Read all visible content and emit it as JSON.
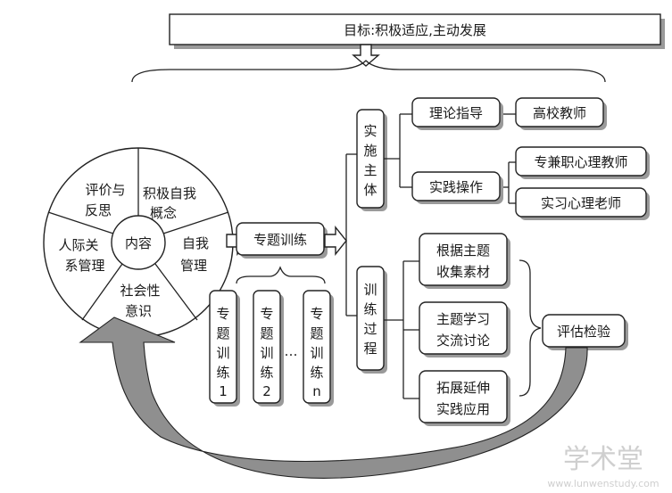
{
  "goal": "目标:积极适应,主动发展",
  "wheel": {
    "center": "内容",
    "segments": [
      [
        "积极自我",
        "概念"
      ],
      [
        "自我",
        "管理"
      ],
      [
        "社会性",
        "意识"
      ],
      [
        "人际关",
        "系管理"
      ],
      [
        "评价与",
        "反思"
      ]
    ]
  },
  "topic_training": "专题训练",
  "sub_trainings": [
    [
      "专",
      "题",
      "训",
      "练",
      "1"
    ],
    [
      "专",
      "题",
      "训",
      "练",
      "2"
    ],
    [
      "专",
      "题",
      "训",
      "练",
      "n"
    ]
  ],
  "ellipsis": "…",
  "implementers": {
    "label": [
      "实",
      "施",
      "主",
      "体"
    ],
    "theory": "理论指导",
    "university_teacher": "高校教师",
    "practice": "实践操作",
    "part_time_teacher": "专兼职心理教师",
    "intern_teacher": "实习心理老师"
  },
  "process": {
    "label": [
      "训",
      "练",
      "过",
      "程"
    ],
    "steps": [
      [
        "根据主题",
        "收集素材"
      ],
      [
        "主题学习",
        "交流讨论"
      ],
      [
        "拓展延伸",
        "实践应用"
      ]
    ]
  },
  "evaluation": "评估检验",
  "watermark": {
    "title": "学术堂",
    "url": "www.lunwenstudy.com"
  }
}
